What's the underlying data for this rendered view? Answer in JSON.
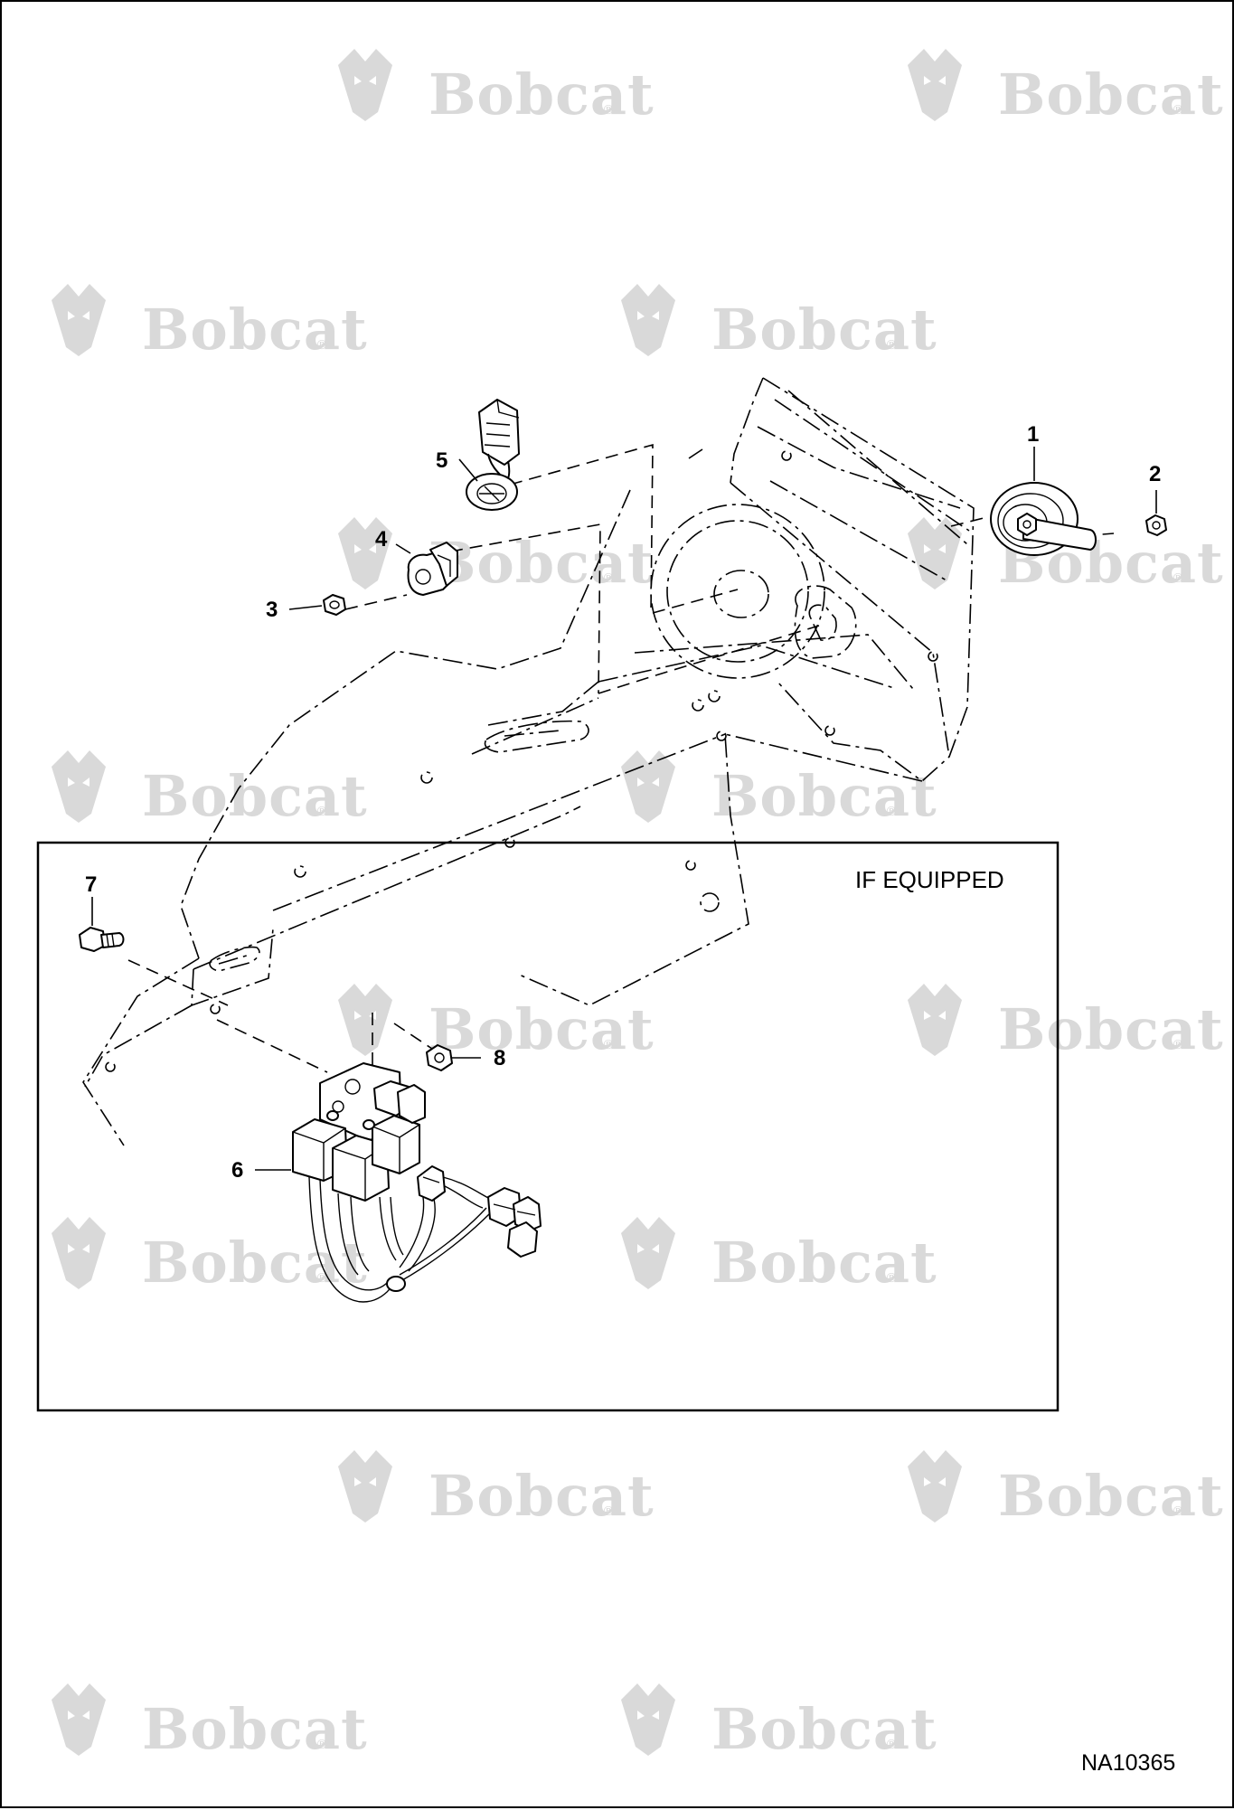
{
  "watermark": {
    "brand": "Bobcat",
    "mark": "®"
  },
  "callouts": [
    "1",
    "2",
    "3",
    "4",
    "5",
    "6",
    "7",
    "8"
  ],
  "inset": {
    "label": "IF EQUIPPED"
  },
  "drawing_number": "NA10365"
}
